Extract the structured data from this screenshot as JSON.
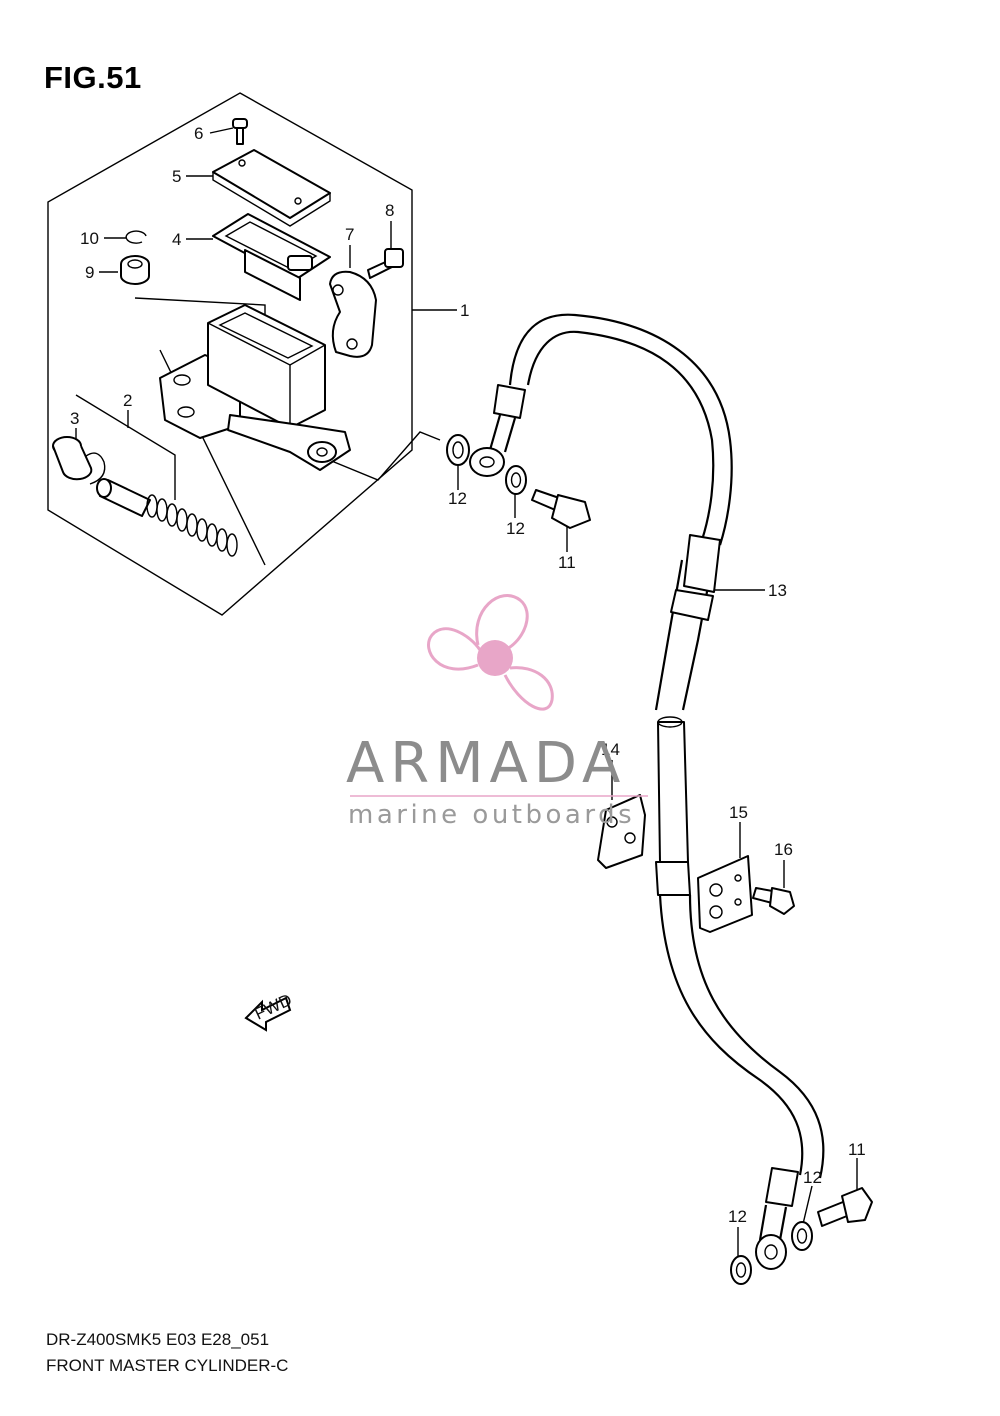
{
  "figure": {
    "title": "FIG.51"
  },
  "footer": {
    "model_code": "DR-Z400SMK5 E03 E28_051",
    "caption": "FRONT MASTER CYLINDER-C"
  },
  "watermark": {
    "brand": "ARMADA",
    "tagline": "marine outboards",
    "accent_color": "#e8a6c8"
  },
  "fwd_marker": "FWD",
  "callouts": {
    "c1": "1",
    "c2": "2",
    "c3": "3",
    "c4": "4",
    "c5": "5",
    "c6": "6",
    "c7": "7",
    "c8": "8",
    "c9": "9",
    "c10": "10",
    "c11a": "11",
    "c11b": "11",
    "c12a": "12",
    "c12b": "12",
    "c12c": "12",
    "c12d": "12",
    "c13": "13",
    "c14": "14",
    "c15": "15",
    "c16": "16"
  }
}
